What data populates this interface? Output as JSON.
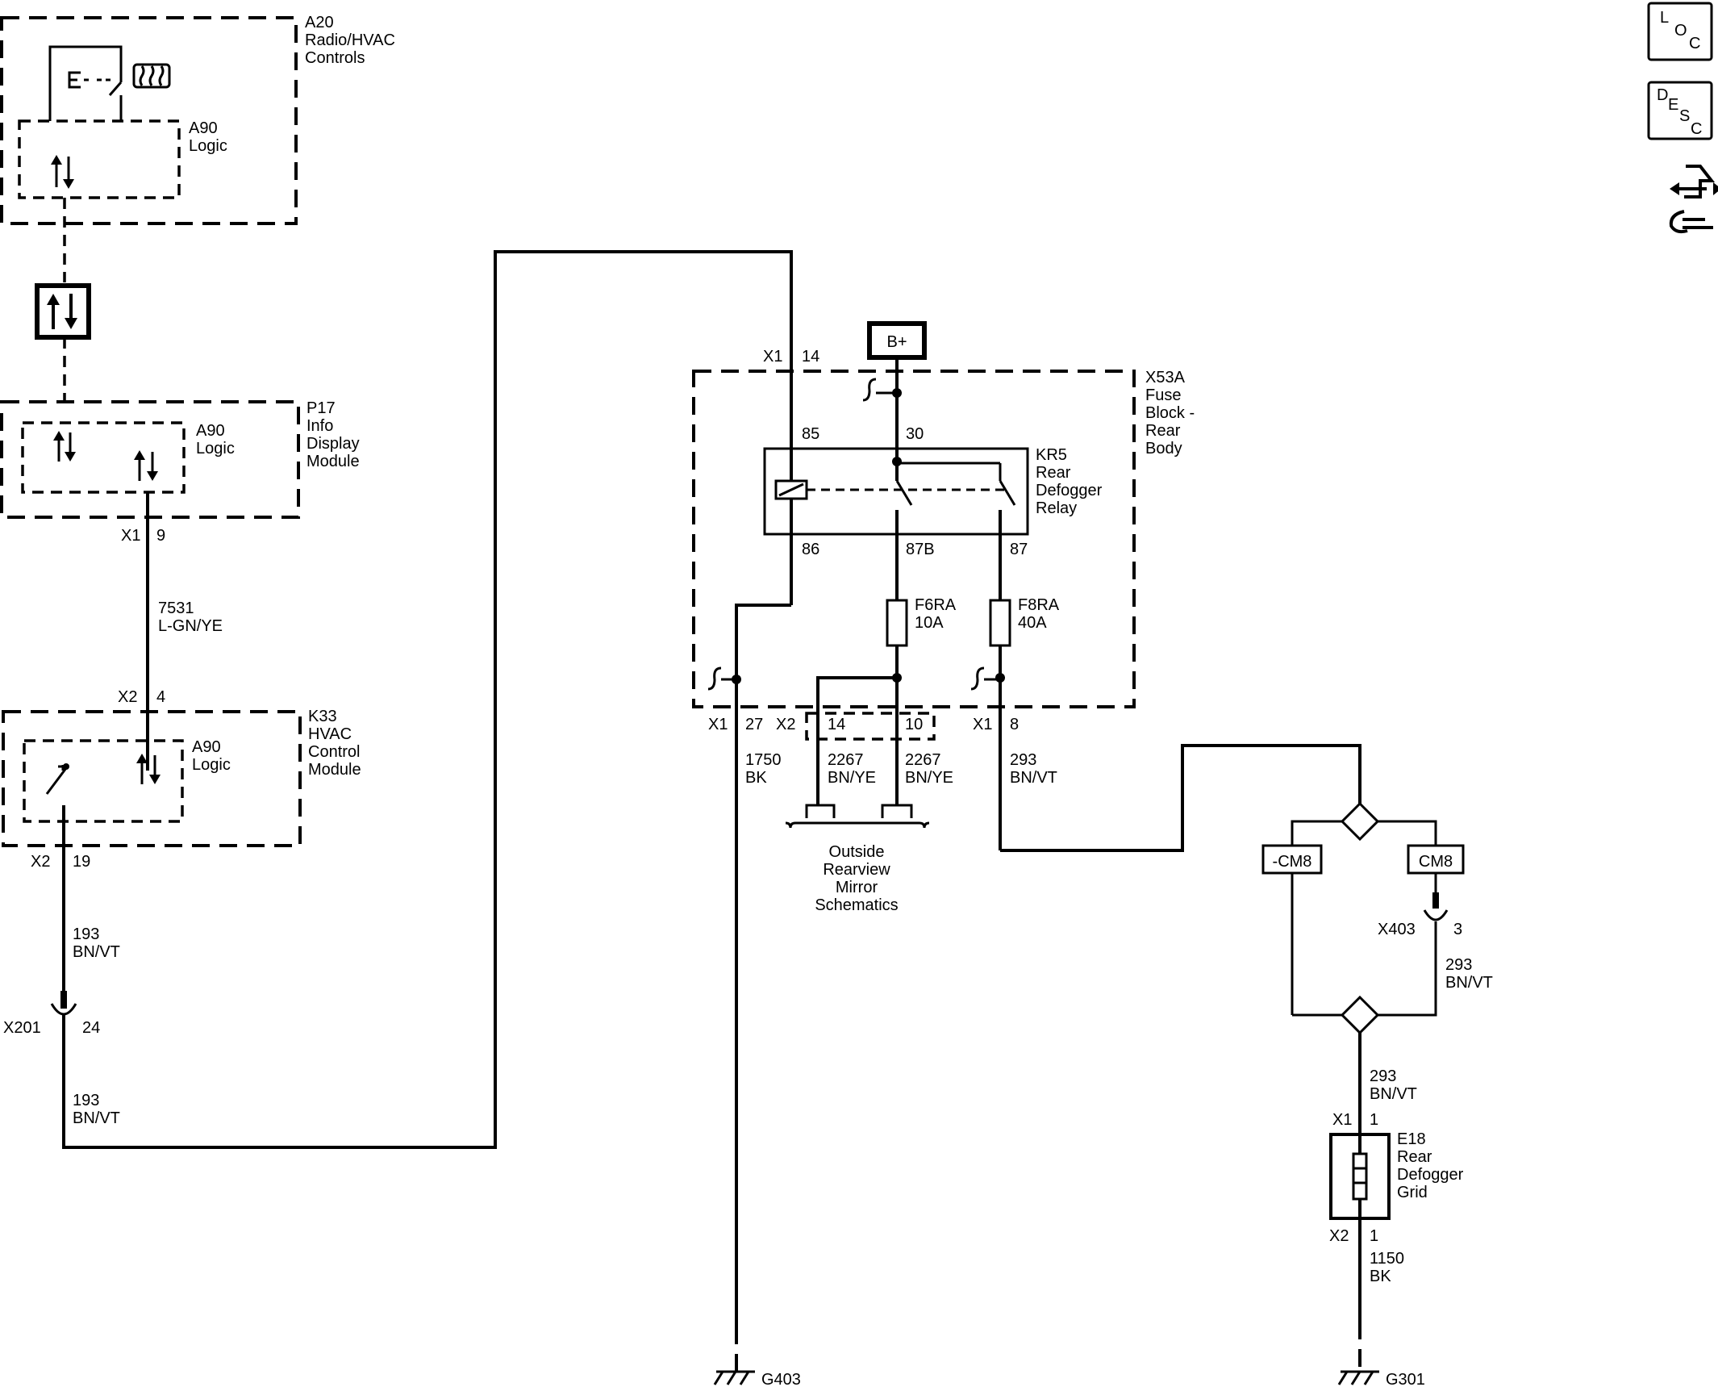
{
  "components": {
    "a20": {
      "id": "A20",
      "l1": "Radio/HVAC",
      "l2": "Controls"
    },
    "a20_logic": {
      "l1": "A90",
      "l2": "Logic"
    },
    "p17": {
      "id": "P17",
      "l1": "Info",
      "l2": "Display",
      "l3": "Module"
    },
    "p17_logic": {
      "l1": "A90",
      "l2": "Logic"
    },
    "k33": {
      "id": "K33",
      "l1": "HVAC",
      "l2": "Control",
      "l3": "Module"
    },
    "k33_logic": {
      "l1": "A90",
      "l2": "Logic"
    },
    "x53a": {
      "id": "X53A",
      "l1": "Fuse",
      "l2": "Block -",
      "l3": "Rear",
      "l4": "Body"
    },
    "kr5": {
      "id": "KR5",
      "l1": "Rear",
      "l2": "Defogger",
      "l3": "Relay"
    },
    "f6ra": {
      "id": "F6RA",
      "rating": "10A"
    },
    "f8ra": {
      "id": "F8RA",
      "rating": "40A"
    },
    "e18": {
      "id": "E18",
      "l1": "Rear",
      "l2": "Defogger",
      "l3": "Grid"
    },
    "bplus": "B+",
    "cm8_neg": "-CM8",
    "cm8": "CM8",
    "mirror": {
      "l1": "Outside",
      "l2": "Rearview",
      "l3": "Mirror",
      "l4": "Schematics"
    }
  },
  "connectors": {
    "p17_x1": "X1",
    "p17_pin": "9",
    "k33_x2_in": "X2",
    "k33_pin_in": "4",
    "k33_x2_out": "X2",
    "k33_pin_out": "19",
    "x201": "X201",
    "x201_pin": "24",
    "x53_x1_top": "X1",
    "x53_pin_top": "14",
    "x53_x1_gnd": "X1",
    "x53_pin_gnd": "27",
    "x53_x2": "X2",
    "x53_pin_14": "14",
    "x53_pin_10": "10",
    "x53_x1_out": "X1",
    "x53_pin_out": "8",
    "x403": "X403",
    "x403_pin": "3",
    "e18_x1": "X1",
    "e18_pin1": "1",
    "e18_x2": "X2",
    "e18_pin2": "1"
  },
  "relay_pins": {
    "p85": "85",
    "p30": "30",
    "p86": "86",
    "p87b": "87B",
    "p87": "87"
  },
  "wires": {
    "w7531": {
      "num": "7531",
      "color": "L-GN/YE"
    },
    "w193a": {
      "num": "193",
      "color": "BN/VT"
    },
    "w193b": {
      "num": "193",
      "color": "BN/VT"
    },
    "w1750": {
      "num": "1750",
      "color": "BK"
    },
    "w2267a": {
      "num": "2267",
      "color": "BN/YE"
    },
    "w2267b": {
      "num": "2267",
      "color": "BN/YE"
    },
    "w293a": {
      "num": "293",
      "color": "BN/VT"
    },
    "w293b": {
      "num": "293",
      "color": "BN/VT"
    },
    "w293c": {
      "num": "293",
      "color": "BN/VT"
    },
    "w1150": {
      "num": "1150",
      "color": "BK"
    }
  },
  "grounds": {
    "g403": "G403",
    "g301": "G301"
  },
  "side_icons": {
    "loc": {
      "a": "L",
      "b": "O",
      "c": "C"
    },
    "desc": {
      "a": "D",
      "b": "E",
      "c": "S",
      "d": "C"
    },
    "connector_icon": "connector-end-view-icon"
  }
}
